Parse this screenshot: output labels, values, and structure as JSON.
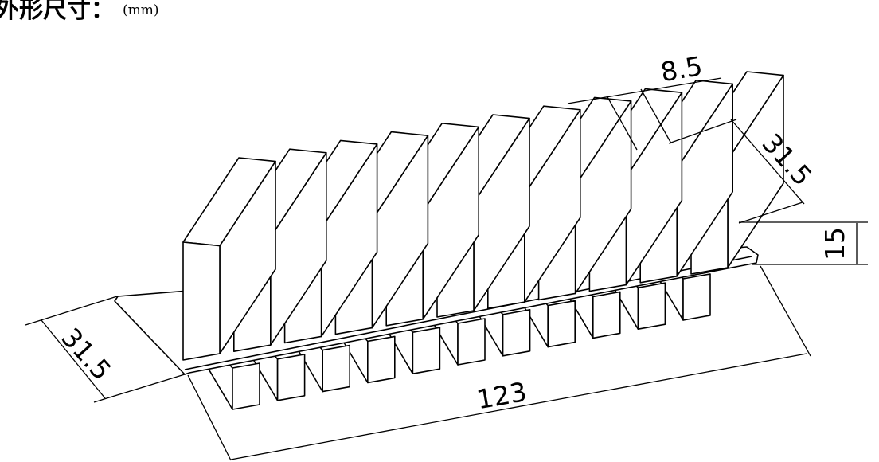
{
  "heading": {
    "text": "外形尺寸：",
    "unit": "(mm)"
  },
  "dimensions": {
    "fin_thickness": "8.5",
    "depth_right": "31.5",
    "height": "15",
    "length": "123",
    "depth_left": "31.5"
  },
  "drawing": {
    "fin_count_top": 11,
    "fin_count_bottom": 11
  }
}
